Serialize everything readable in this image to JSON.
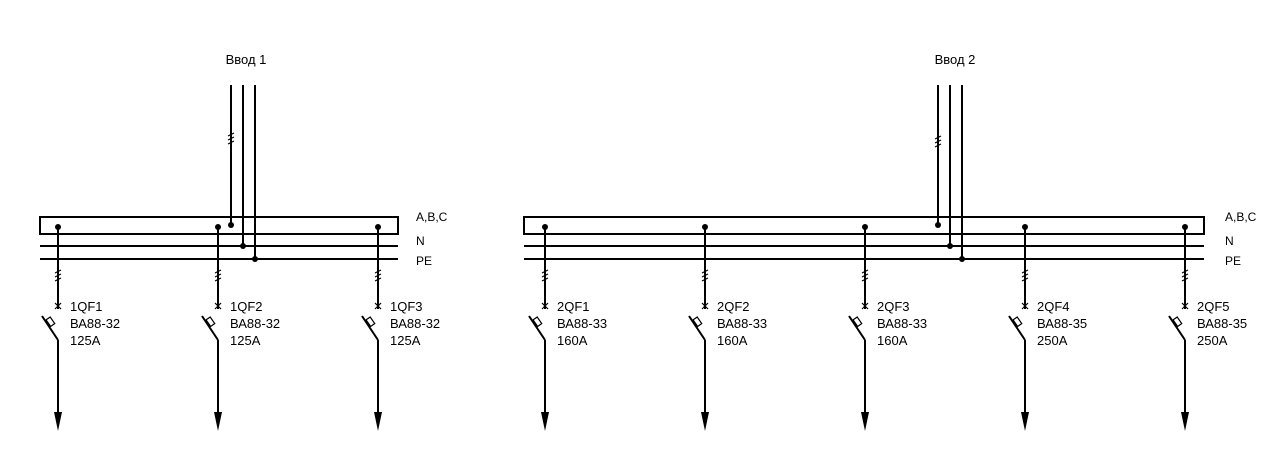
{
  "inputs": [
    {
      "title": "Ввод 1",
      "bus_labels": [
        "A,B,C",
        "N",
        "PE"
      ],
      "breakers": [
        {
          "id": "1QF1",
          "model": "ВА88-32",
          "rating": "125A"
        },
        {
          "id": "1QF2",
          "model": "ВА88-32",
          "rating": "125A"
        },
        {
          "id": "1QF3",
          "model": "ВА88-32",
          "rating": "125A"
        }
      ]
    },
    {
      "title": "Ввод 2",
      "bus_labels": [
        "A,B,C",
        "N",
        "PE"
      ],
      "breakers": [
        {
          "id": "2QF1",
          "model": "ВА88-33",
          "rating": "160A"
        },
        {
          "id": "2QF2",
          "model": "ВА88-33",
          "rating": "160A"
        },
        {
          "id": "2QF3",
          "model": "ВА88-33",
          "rating": "160A"
        },
        {
          "id": "2QF4",
          "model": "ВА88-35",
          "rating": "250A"
        },
        {
          "id": "2QF5",
          "model": "ВА88-35",
          "rating": "250A"
        }
      ]
    }
  ]
}
